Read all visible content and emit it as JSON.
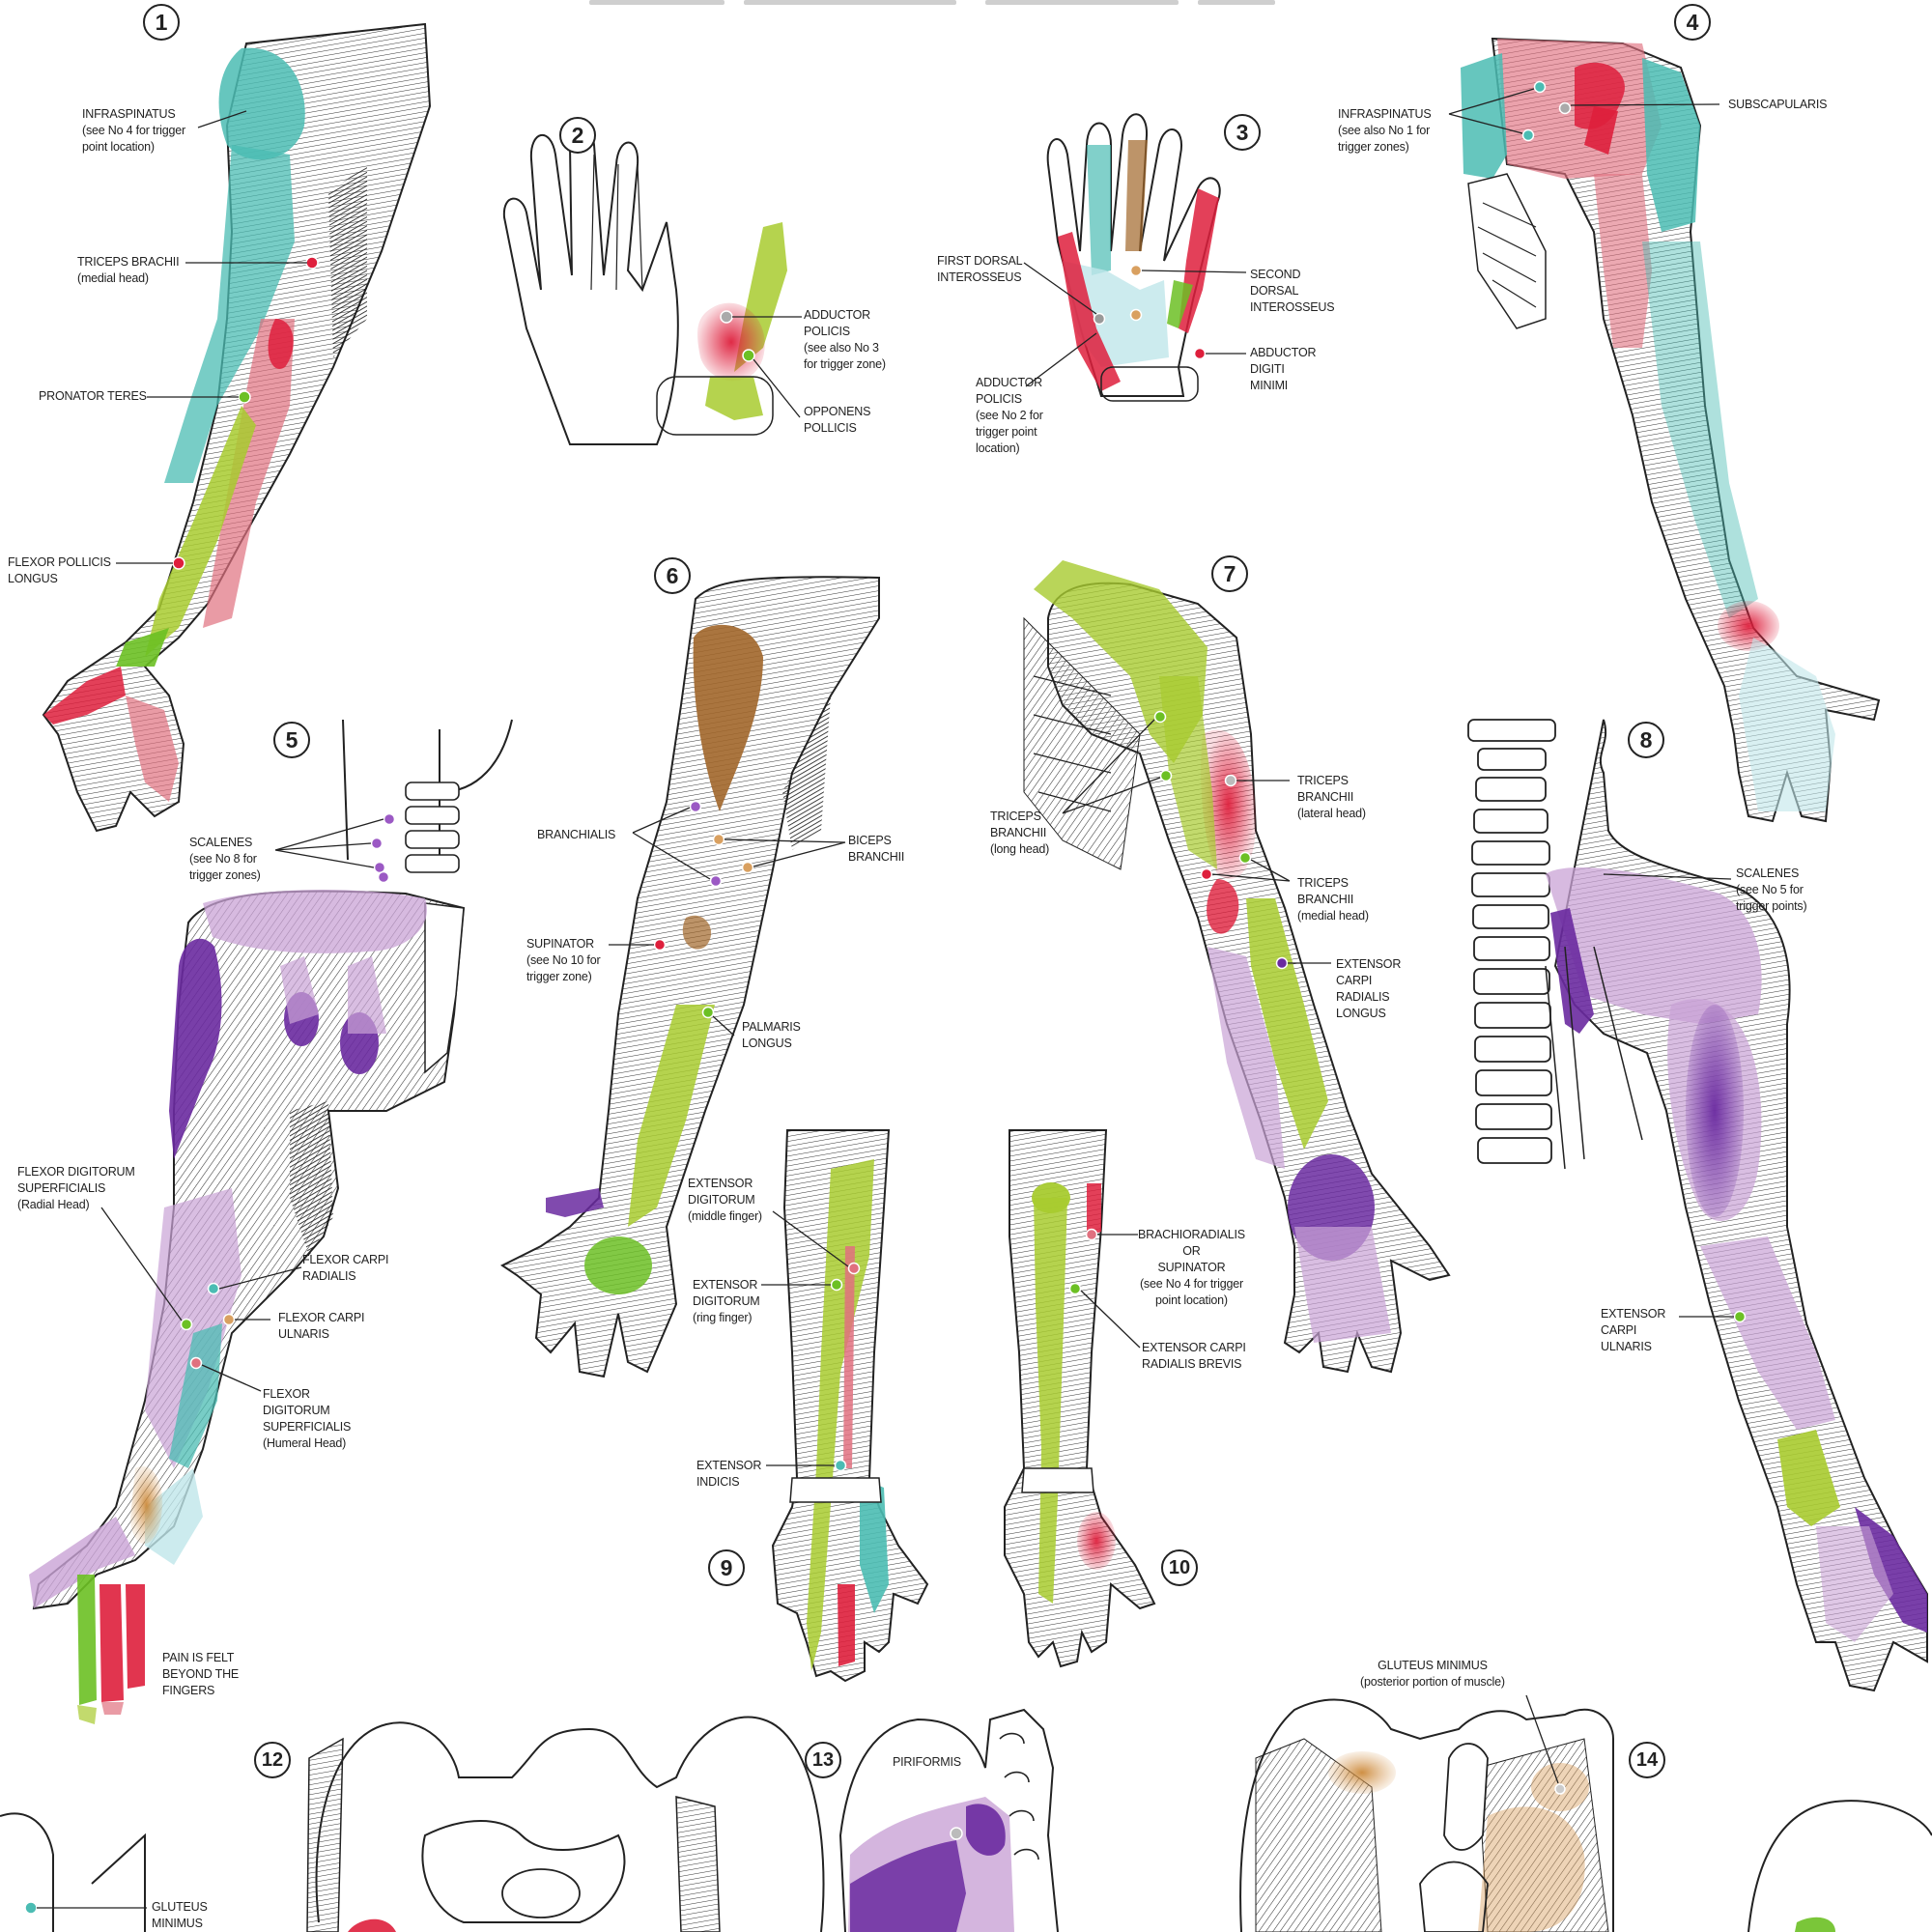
{
  "colors": {
    "teal": "#4bbcb3",
    "pink": "#e0707f",
    "red": "#de1f3c",
    "lime": "#a8cb2f",
    "green": "#6cc024",
    "purple": "#6a2aa0",
    "lavender": "#c9a3d6",
    "brown": "#a1662a",
    "orange": "#d9a060",
    "lightblue": "#bfe6ea",
    "line": "#222222"
  },
  "figures": [
    {
      "number": "1",
      "labels": [
        {
          "lines": [
            "INFRASPINATUS"
          ],
          "sub": [
            "(see No 4 for trigger",
            "point location)"
          ]
        },
        {
          "lines": [
            "TRICEPS BRACHII"
          ],
          "sub": [
            "(medial head)"
          ]
        },
        {
          "lines": [
            "PRONATOR TERES"
          ],
          "sub": []
        },
        {
          "lines": [
            "FLEXOR POLLICIS",
            "LONGUS"
          ],
          "sub": []
        }
      ]
    },
    {
      "number": "2",
      "labels": [
        {
          "lines": [
            "ADDUCTOR",
            "POLICIS"
          ],
          "sub": [
            "(see also No 3",
            "for trigger zone)"
          ]
        },
        {
          "lines": [
            "OPPONENS",
            "POLLICIS"
          ],
          "sub": []
        }
      ]
    },
    {
      "number": "3",
      "labels": [
        {
          "lines": [
            "FIRST DORSAL",
            "INTEROSSEUS"
          ],
          "sub": []
        },
        {
          "lines": [
            "SECOND",
            "DORSAL",
            "INTEROSSEUS"
          ],
          "sub": []
        },
        {
          "lines": [
            "ABDUCTOR",
            "DIGITI",
            "MINIMI"
          ],
          "sub": []
        },
        {
          "lines": [
            "ADDUCTOR",
            "POLICIS"
          ],
          "sub": [
            "(see No 2 for",
            "trigger point",
            "location)"
          ]
        }
      ]
    },
    {
      "number": "4",
      "labels": [
        {
          "lines": [
            "INFRASPINATUS"
          ],
          "sub": [
            "(see also No 1 for",
            "trigger zones)"
          ]
        },
        {
          "lines": [
            "SUBSCAPULARIS"
          ],
          "sub": []
        }
      ]
    },
    {
      "number": "5",
      "labels": [
        {
          "lines": [
            "SCALENES"
          ],
          "sub": [
            "(see No 8 for",
            "trigger zones)"
          ]
        },
        {
          "lines": [
            "FLEXOR DIGITORUM",
            "SUPERFICIALIS"
          ],
          "sub": [
            "(Radial Head)"
          ]
        },
        {
          "lines": [
            "FLEXOR CARPI",
            "RADIALIS"
          ],
          "sub": []
        },
        {
          "lines": [
            "FLEXOR CARPI",
            "ULNARIS"
          ],
          "sub": []
        },
        {
          "lines": [
            "FLEXOR",
            "DIGITORUM",
            "SUPERFICIALIS"
          ],
          "sub": [
            "(Humeral Head)"
          ]
        },
        {
          "lines": [
            "PAIN IS FELT",
            "BEYOND THE",
            "FINGERS"
          ],
          "sub": []
        }
      ]
    },
    {
      "number": "6",
      "labels": [
        {
          "lines": [
            "BRANCHIALIS"
          ],
          "sub": []
        },
        {
          "lines": [
            "BICEPS",
            "BRANCHII"
          ],
          "sub": []
        },
        {
          "lines": [
            "SUPINATOR"
          ],
          "sub": [
            "(see No 10 for",
            "trigger zone)"
          ]
        },
        {
          "lines": [
            "PALMARIS",
            "LONGUS"
          ],
          "sub": []
        }
      ]
    },
    {
      "number": "7",
      "labels": [
        {
          "lines": [
            "TRICEPS",
            "BRANCHII"
          ],
          "sub": [
            "(lateral head)"
          ]
        },
        {
          "lines": [
            "TRICEPS",
            "BRANCHII"
          ],
          "sub": [
            "(long head)"
          ]
        },
        {
          "lines": [
            "TRICEPS",
            "BRANCHII"
          ],
          "sub": [
            "(medial head)"
          ]
        },
        {
          "lines": [
            "EXTENSOR",
            "CARPI",
            "RADIALIS",
            "LONGUS"
          ],
          "sub": []
        }
      ]
    },
    {
      "number": "8",
      "labels": [
        {
          "lines": [
            "SCALENES"
          ],
          "sub": [
            "(see No 5 for",
            "trigger points)"
          ]
        },
        {
          "lines": [
            "EXTENSOR",
            "CARPI",
            "ULNARIS"
          ],
          "sub": []
        }
      ]
    },
    {
      "number": "9",
      "labels": [
        {
          "lines": [
            "EXTENSOR",
            "DIGITORUM"
          ],
          "sub": [
            "(middle finger)"
          ]
        },
        {
          "lines": [
            "EXTENSOR",
            "DIGITORUM"
          ],
          "sub": [
            "(ring finger)"
          ]
        },
        {
          "lines": [
            "EXTENSOR",
            "INDICIS"
          ],
          "sub": []
        }
      ]
    },
    {
      "number": "10",
      "labels": [
        {
          "lines": [
            "BRACHIORADIALIS",
            "OR",
            "SUPINATOR"
          ],
          "sub": [
            "(see No 4 for trigger",
            "point location)"
          ]
        },
        {
          "lines": [
            "EXTENSOR CARPI",
            "RADIALIS BREVIS"
          ],
          "sub": []
        }
      ]
    },
    {
      "number": "12",
      "labels": [
        {
          "lines": [
            "GLUTEUS",
            "MINIMUS"
          ],
          "sub": []
        }
      ]
    },
    {
      "number": "13",
      "labels": [
        {
          "lines": [
            "PIRIFORMIS"
          ],
          "sub": []
        }
      ]
    },
    {
      "number": "14",
      "labels": [
        {
          "lines": [
            "GLUTEUS MINIMUS"
          ],
          "sub": [
            "(posterior portion of muscle)"
          ]
        }
      ]
    }
  ]
}
